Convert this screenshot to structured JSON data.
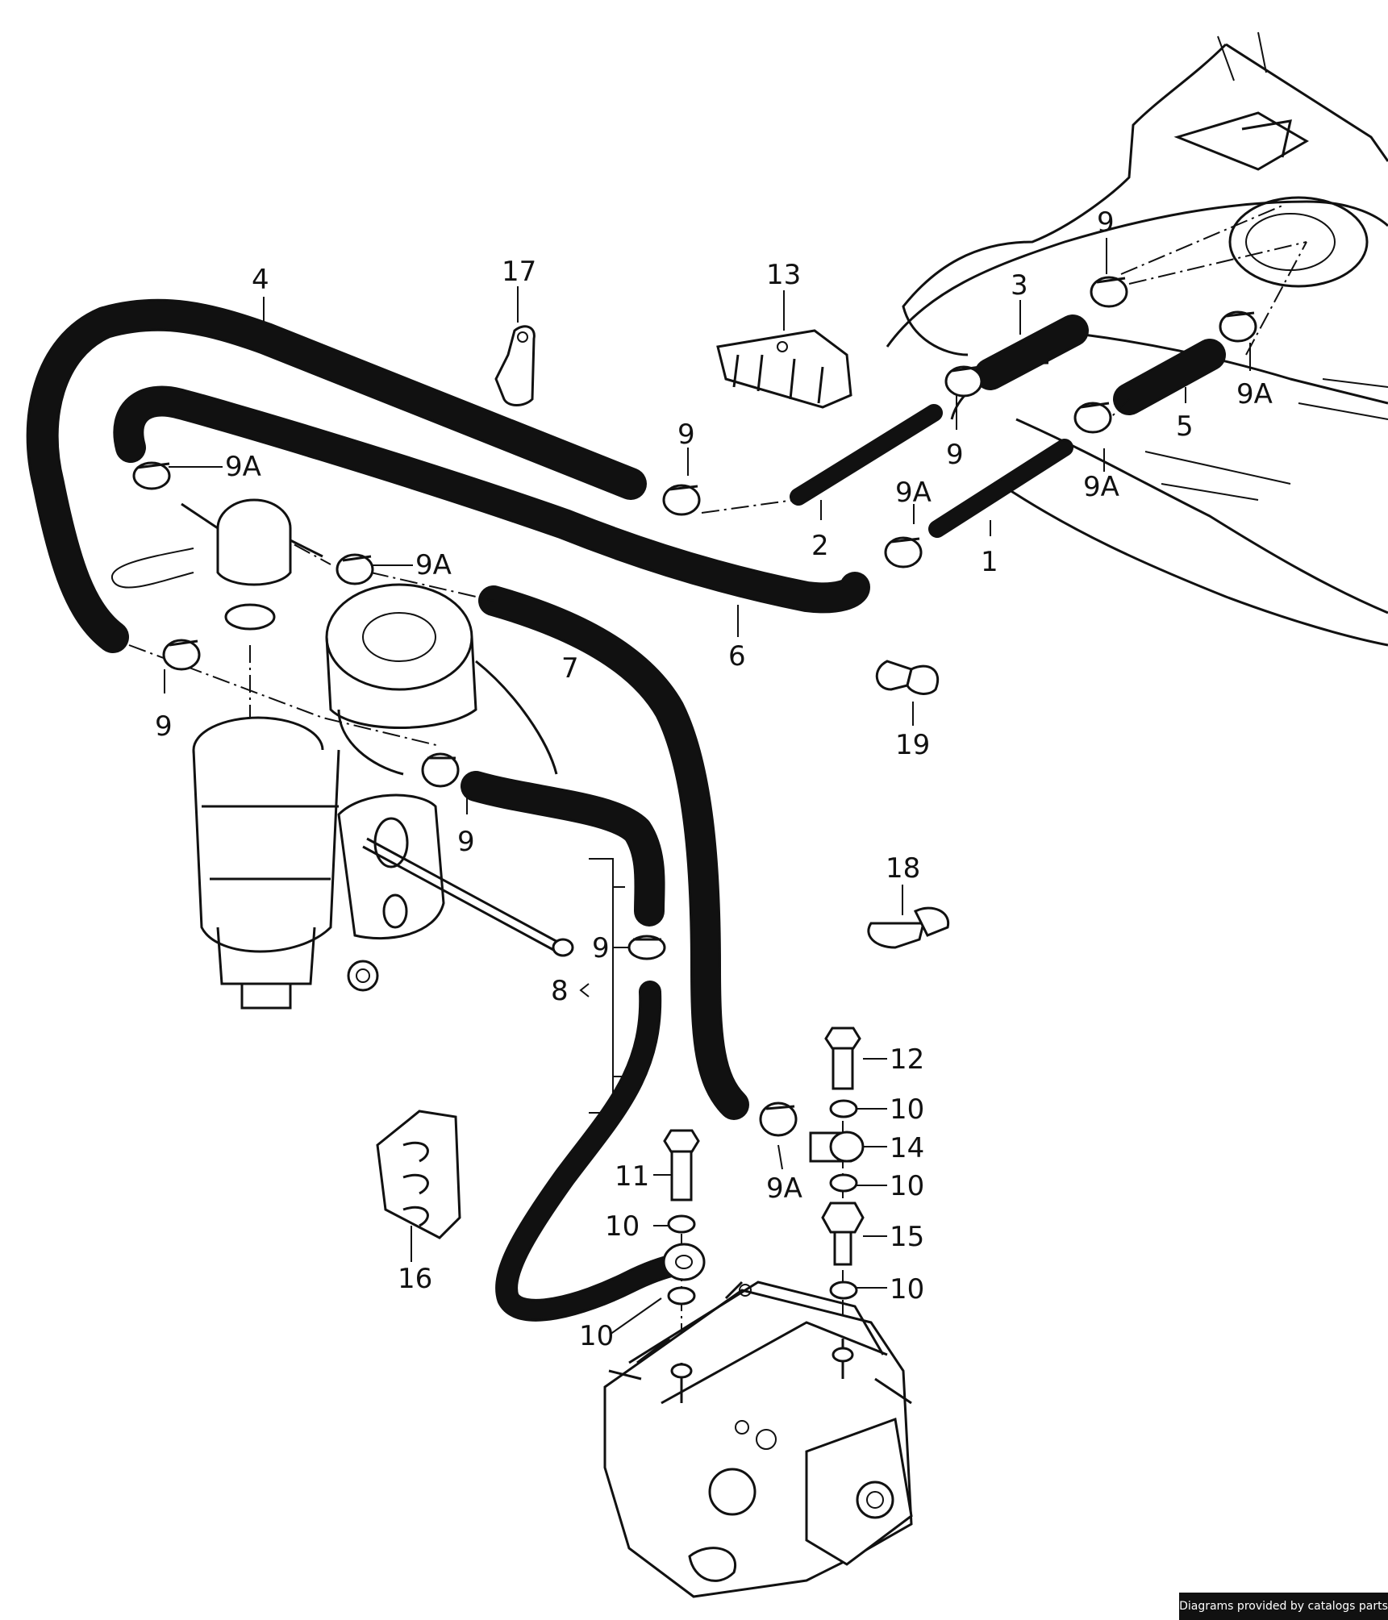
{
  "callouts": {
    "c1": "1",
    "c2": "2",
    "c3": "3",
    "c4": "4",
    "c5": "5",
    "c6": "6",
    "c7": "7",
    "c8": "8",
    "c9_a": "9",
    "c9_b": "9",
    "c9_c": "9",
    "c9_d": "9",
    "c9_e": "9",
    "c9_f": "9",
    "c9A_a": "9A",
    "c9A_b": "9A",
    "c9A_c": "9A",
    "c9A_d": "9A",
    "c9A_e": "9A",
    "c9A_f": "9A",
    "c10_a": "10",
    "c10_b": "10",
    "c10_c": "10",
    "c10_d": "10",
    "c10_e": "10",
    "c11": "11",
    "c12": "12",
    "c13": "13",
    "c14": "14",
    "c15": "15",
    "c16": "16",
    "c17": "17",
    "c18": "18",
    "c19": "19"
  },
  "footer": {
    "credit": "Diagrams provided by catalogs parts"
  }
}
